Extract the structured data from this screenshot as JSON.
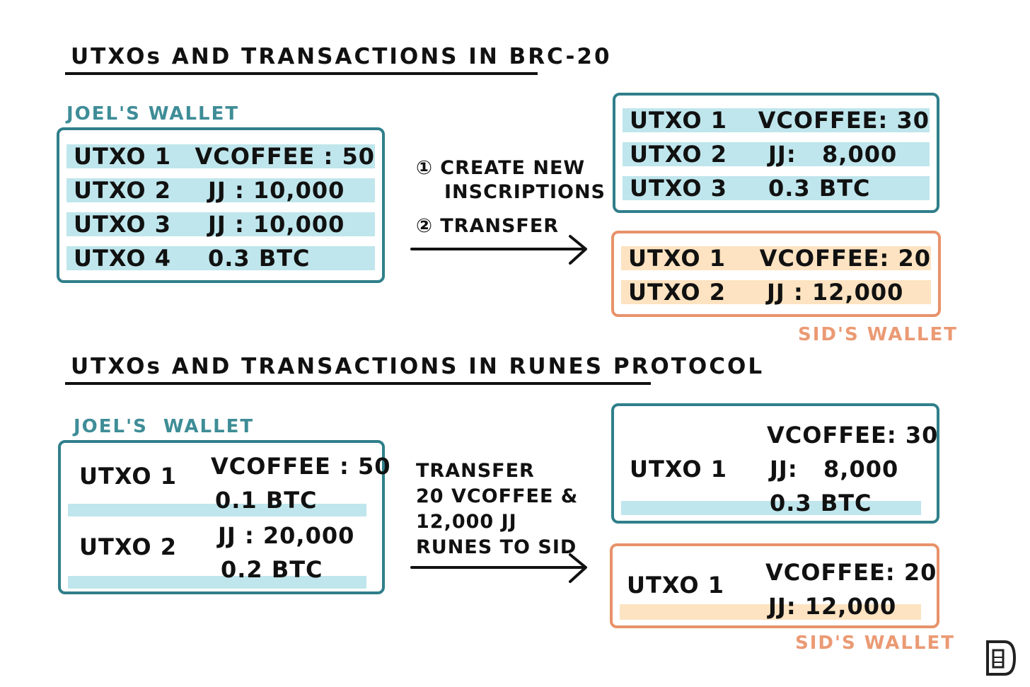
{
  "brc20": {
    "title": "UTXOs AND TRANSACTIONS IN BRC-20",
    "joel_label": "JOEL'S WALLET",
    "joel_rows": [
      {
        "utxo": "UTXO 1",
        "value": "VCOFFEE : 50"
      },
      {
        "utxo": "UTXO 2",
        "value": "JJ : 10,000"
      },
      {
        "utxo": "UTXO 3",
        "value": "JJ : 10,000"
      },
      {
        "utxo": "UTXO 4",
        "value": "0.3 BTC"
      }
    ],
    "step1": "① CREATE NEW",
    "step1b": "INSCRIPTIONS",
    "step2": "② TRANSFER",
    "joel_after_rows": [
      {
        "utxo": "UTXO 1",
        "value": "VCOFFEE: 30"
      },
      {
        "utxo": "UTXO 2",
        "value": "JJ:   8,000"
      },
      {
        "utxo": "UTXO 3",
        "value": "0.3 BTC"
      }
    ],
    "sid_rows": [
      {
        "utxo": "UTXO 1",
        "value": "VCOFFEE: 20"
      },
      {
        "utxo": "UTXO 2",
        "value": "JJ : 12,000"
      }
    ],
    "sid_label": "SID'S WALLET"
  },
  "runes": {
    "title": "UTXOs AND TRANSACTIONS IN RUNES PROTOCOL",
    "joel_label": "JOEL'S  WALLET",
    "joel_utxo1": "UTXO 1",
    "joel_utxo1_vals": [
      "VCOFFEE : 50",
      "0.1 BTC"
    ],
    "joel_utxo2": "UTXO 2",
    "joel_utxo2_vals": [
      "JJ : 20,000",
      "0.2 BTC"
    ],
    "transfer_lines": [
      "TRANSFER",
      "20 VCOFFEE &",
      "12,000 JJ",
      "RUNES TO SID"
    ],
    "joel_after_utxo": "UTXO 1",
    "joel_after_vals": [
      "VCOFFEE: 30",
      "JJ:   8,000",
      "0.3 BTC"
    ],
    "sid_utxo": "UTXO 1",
    "sid_vals": [
      "VCOFFEE: 20",
      "JJ: 12,000"
    ],
    "sid_label": "SID'S WALLET"
  },
  "colors": {
    "teal": "#2f7f8a",
    "orange": "#e8926a",
    "teal_fill": "#bfe6ec",
    "orange_fill": "#fde3c1"
  },
  "logo_icon": "publisher-logo-icon"
}
